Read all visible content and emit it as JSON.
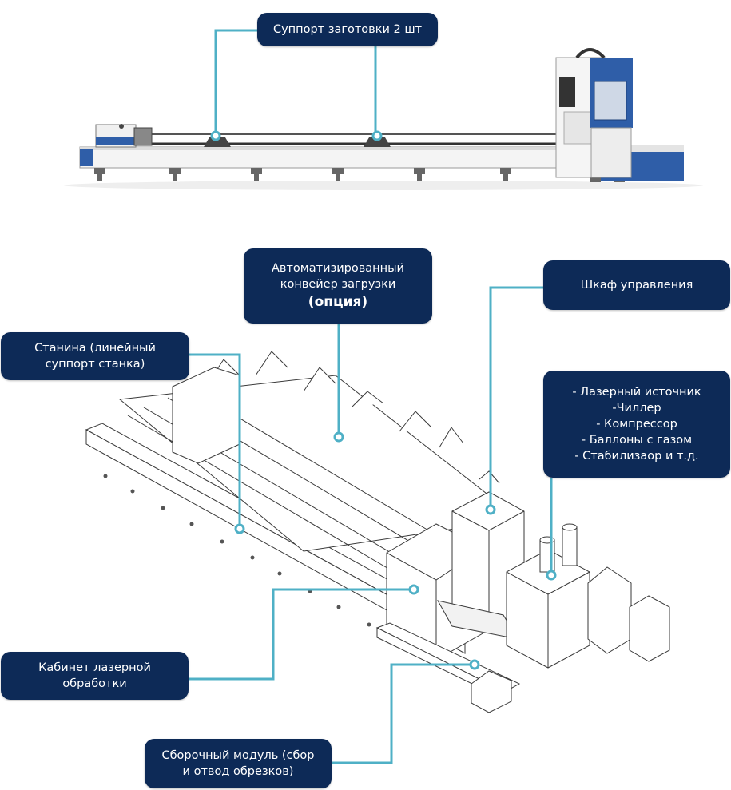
{
  "colors": {
    "label_bg": "#0d2a57",
    "label_text": "#ffffff",
    "connector": "#4fb0c6",
    "machine_blue": "#2f5ea8",
    "machine_line": "#3a3a3a"
  },
  "callouts": {
    "workpiece_support": {
      "text": "Суппорт заготовки 2 шт"
    },
    "auto_conveyor": {
      "line1": "Автоматизированный",
      "line2": "конвейер загрузки",
      "line3": "(опция)"
    },
    "control_cabinet": {
      "text": "Шкаф управления"
    },
    "bed": {
      "line1": "Станина (линейный",
      "line2": "суппорт станка)"
    },
    "equipment_list": {
      "items": [
        "- Лазерный источник",
        "-Чиллер",
        "- Компрессор",
        "- Баллоны с газом",
        "- Стабилизаор и т.д."
      ]
    },
    "laser_cabinet": {
      "line1": "Кабинет лазерной",
      "line2": "обработки"
    },
    "assembly_module": {
      "line1": "Сборочный модуль (сбор",
      "line2": "и отвод обрезков)"
    }
  },
  "figures": {
    "top_view": {
      "name": "tube-laser-side-view"
    },
    "bottom_view": {
      "name": "tube-laser-isometric-view"
    }
  }
}
